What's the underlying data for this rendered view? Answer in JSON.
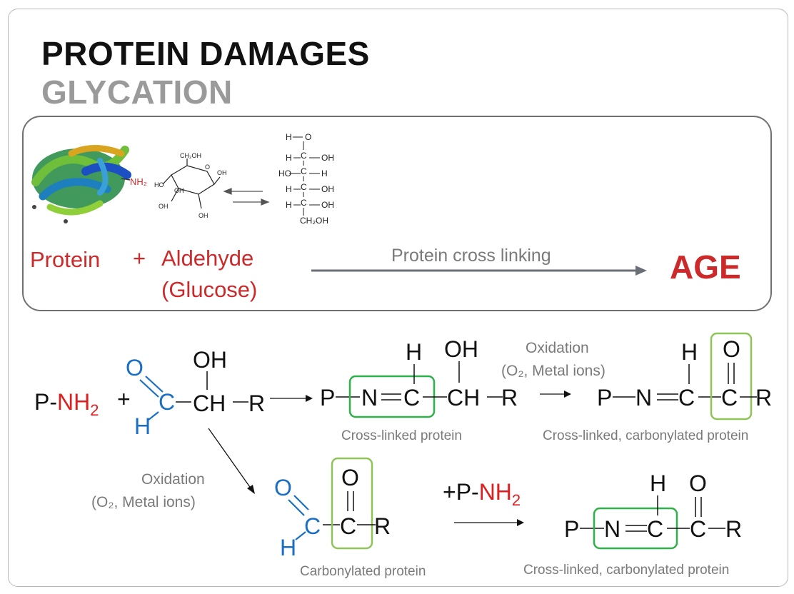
{
  "title": "PROTEIN DAMAGES",
  "subtitle": "GLYCATION",
  "top_panel": {
    "protein_label": "Protein",
    "plus": "+",
    "aldehyde_label": "Aldehyde",
    "glucose_label": "(Glucose)",
    "arrow_label": "Protein cross linking",
    "product_label": "AGE",
    "nh2_label": "NH₂"
  },
  "reaction": {
    "reactant_p": "P-",
    "reactant_nh2": "NH",
    "sub_2": "2",
    "plus": "+",
    "o": "O",
    "h": "H",
    "c": "C",
    "oh": "OH",
    "ch": "CH",
    "r": "R",
    "p": "P",
    "n": "N",
    "oxidation": "Oxidation",
    "oxidation_conditions": "(O₂, Metal ions)",
    "cross_linked_protein": "Cross-linked protein",
    "cross_linked_carbonylated": "Cross-linked, carbonylated protein",
    "carbonylated_protein": "Carbonylated protein",
    "plus_p_nh2_prefix": "+P-",
    "plus_p_nh2_nh": "NH"
  },
  "colors": {
    "red": "#cc2a2a",
    "blue": "#1a6fc4",
    "green_box": "#2fb04a",
    "lime_box": "#8fc459",
    "grey_text": "#7a7a7a"
  }
}
